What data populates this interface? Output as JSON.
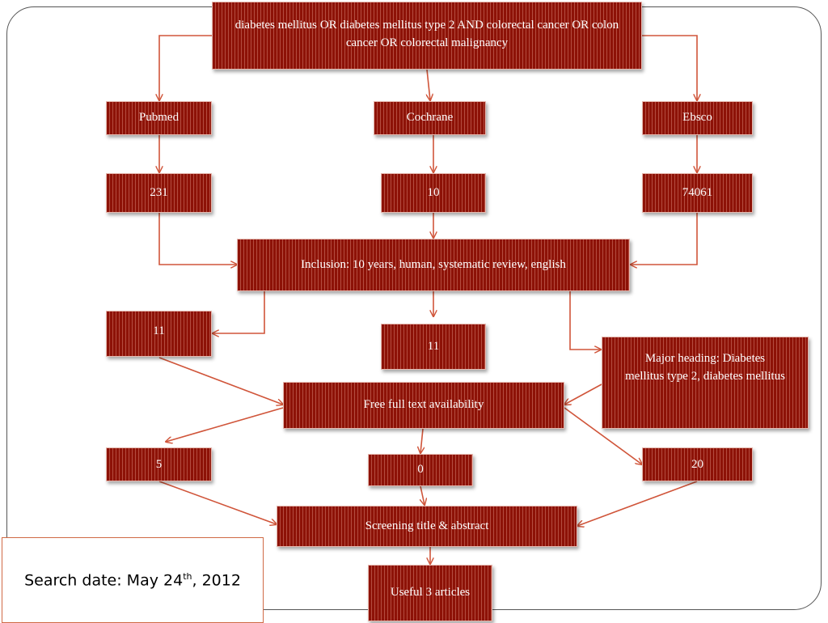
{
  "diagram": {
    "query": "diabetes mellitus OR diabetes mellitus type 2 AND colorectal cancer OR colon cancer OR colorectal malignancy",
    "databases": {
      "pubmed": "Pubmed",
      "cochrane": "Cochrane",
      "ebsco": "Ebsco"
    },
    "counts": {
      "pubmed": "231",
      "cochrane": "10",
      "ebsco": "74061"
    },
    "inclusion": "Inclusion: 10 years, human, systematic review, english",
    "after_inclusion": {
      "left": "11",
      "middle": "11"
    },
    "major_heading": "Major heading: Diabetes mellitus type 2, diabetes mellitus",
    "free_full_text": "Free full text availability",
    "after_full_text": {
      "left": "5",
      "middle": "0",
      "right": "20"
    },
    "screening": "Screening title & abstract",
    "result": "Useful 3 articles"
  },
  "search_date": {
    "prefix": "Search date: May 24",
    "superscript": "th",
    "suffix": ", 2012"
  },
  "colors": {
    "box_fill": "#8d1207",
    "arrow": "#d0553a"
  }
}
